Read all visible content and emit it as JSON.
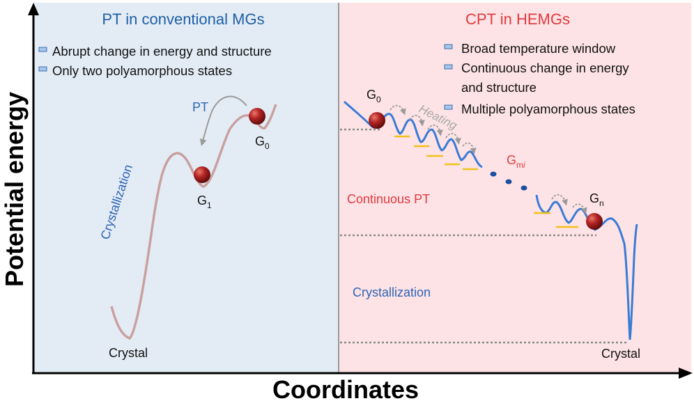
{
  "axes": {
    "x_label": "Coordinates",
    "y_label": "Potential energy"
  },
  "left_panel": {
    "title": "PT in conventional MGs",
    "bullets": [
      "Abrupt change in energy and structure",
      "Only two polyamorphous states"
    ],
    "pt_label": "PT",
    "crystallization_label": "Crystallization",
    "state_g0": {
      "base": "G",
      "sub": "0"
    },
    "state_g1": {
      "base": "G",
      "sub": "1"
    },
    "crystal_label": "Crystal"
  },
  "right_panel": {
    "title": "CPT in HEMGs",
    "bullets": [
      "Broad temperature window",
      "Continuous change in energy",
      "and structure",
      "Multiple polyamorphous states"
    ],
    "heating_label": "Heating",
    "continuous_pt_label": "Continuous PT",
    "crystallization_label": "Crystallization",
    "state_g0": {
      "base": "G",
      "sub": "0"
    },
    "state_gmi": {
      "base": "G",
      "sub": "m",
      "sub_italic": "i"
    },
    "state_gn": {
      "base": "G",
      "sub": "n"
    },
    "crystal_label": "Crystal"
  },
  "colors": {
    "left_bg": "#e3ecf5",
    "right_bg": "#fde3e5",
    "left_title": "#1f5fa6",
    "right_title": "#e03a3e",
    "left_curve": "#c9a0a0",
    "right_curve": "#3a7bd5",
    "level_marker": "#f2c01d",
    "arrow_gray": "#9a9a9a",
    "ball": "#9e1b1b",
    "dotted": "#8a8a8a",
    "text_blue": "#2f63b3",
    "text_red": "#e03a3e"
  }
}
